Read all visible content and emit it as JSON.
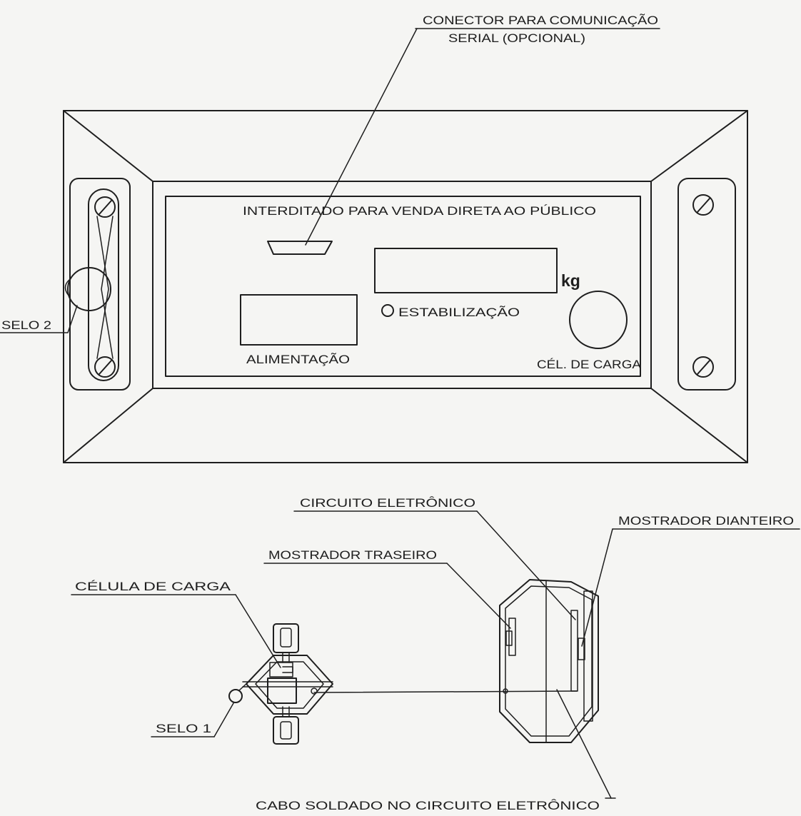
{
  "top_callout": {
    "line1": "CONECTOR PARA COMUNICAÇÃO",
    "line2": "SERIAL (OPCIONAL)"
  },
  "panel": {
    "notice": "INTERDITADO PARA VENDA DIRETA AO PÚBLICO",
    "unit": "kg",
    "stabilization_label": "ESTABILIZAÇÃO",
    "power_label": "ALIMENTAÇÃO",
    "load_cell_label": "CÉL. DE CARGA",
    "seal2_label": "SELO 2"
  },
  "side_view": {
    "electronic_circuit_label": "CIRCUITO ELETRÔNICO",
    "front_display_label": "MOSTRADOR DIANTEIRO",
    "rear_display_label": "MOSTRADOR TRASEIRO",
    "load_cell_label": "CÉLULA DE CARGA",
    "seal1_label": "SELO 1",
    "cable_label": "CABO SOLDADO NO CIRCUITO ELETRÔNICO"
  },
  "colors": {
    "ink": "#1e1e1e",
    "paper": "#f5f5f3"
  }
}
